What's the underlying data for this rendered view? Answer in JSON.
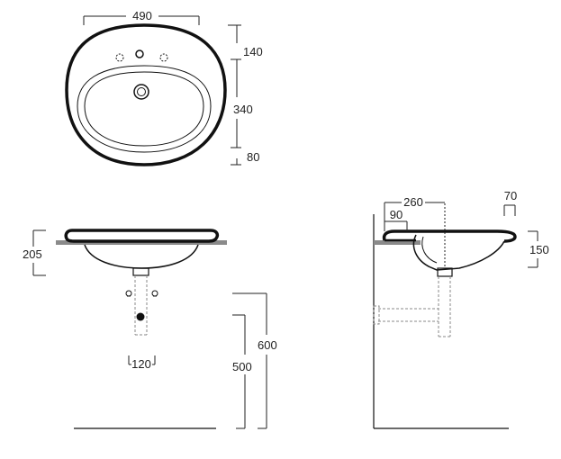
{
  "colors": {
    "ink": "#111111",
    "dim": "#222222",
    "counter": "#8a8a8a",
    "plumbing": "#888888"
  },
  "dimensions": {
    "top_width": "490",
    "top_depth_back": "140",
    "top_depth_bowl": "340",
    "top_depth_front": "80",
    "front_height": "205",
    "waste_spacing": "120",
    "height_rim": "600",
    "height_waste": "500",
    "side_depth": "260",
    "side_back": "90",
    "side_front": "70",
    "side_height": "150"
  }
}
